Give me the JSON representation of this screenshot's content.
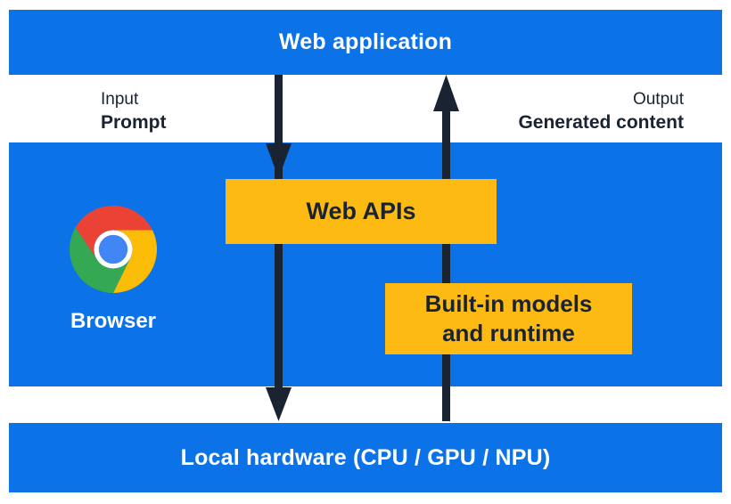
{
  "colors": {
    "blue": "#0b72e8",
    "yellow": "#fcba12",
    "ink": "#1a2332",
    "chrome_red": "#ea4335",
    "chrome_yellow": "#fbbc05",
    "chrome_green": "#34a853",
    "chrome_blue": "#4285f4"
  },
  "top_bar": {
    "label": "Web application"
  },
  "io": {
    "input_label": "Input",
    "input_value": "Prompt",
    "output_label": "Output",
    "output_value": "Generated content"
  },
  "browser": {
    "label": "Browser"
  },
  "boxes": {
    "web_apis": "Web APIs",
    "builtin_line1": "Built-in models",
    "builtin_line2": "and runtime"
  },
  "bottom_bar": {
    "label": "Local hardware (CPU / GPU / NPU)"
  },
  "icons": {
    "chrome_logo": "chrome-logo-icon"
  },
  "arrows": {
    "input_flow": "down",
    "output_flow": "up"
  }
}
